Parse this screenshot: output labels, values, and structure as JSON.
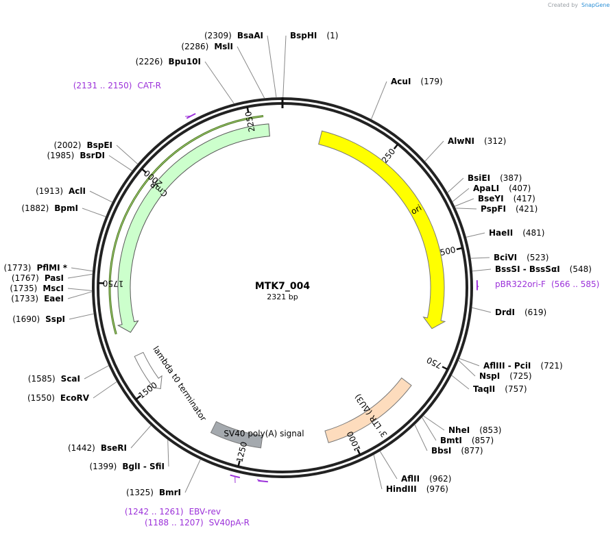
{
  "app": {
    "credit_prefix": "Created by",
    "credit_brand": "SnapGene"
  },
  "plasmid": {
    "name": "MTK7_004",
    "length_label": "2321 bp",
    "length": 2321
  },
  "ticks": [
    {
      "pos": 250,
      "label": "250"
    },
    {
      "pos": 500,
      "label": "500"
    },
    {
      "pos": 750,
      "label": "750"
    },
    {
      "pos": 1000,
      "label": "1000"
    },
    {
      "pos": 1250,
      "label": "1250"
    },
    {
      "pos": 1500,
      "label": "1500"
    },
    {
      "pos": 1750,
      "label": "1750"
    },
    {
      "pos": 2000,
      "label": "2000"
    },
    {
      "pos": 2250,
      "label": "2250"
    }
  ],
  "enzymes": [
    {
      "name": "BspHI",
      "pos": "(1)",
      "bp": 1
    },
    {
      "name": "AcuI",
      "pos": "(179)",
      "bp": 179
    },
    {
      "name": "AlwNI",
      "pos": "(312)",
      "bp": 312
    },
    {
      "name": "BsiEI",
      "pos": "(387)",
      "bp": 387
    },
    {
      "name": "ApaLI",
      "pos": "(407)",
      "bp": 407
    },
    {
      "name": "BseYI",
      "pos": "(417)",
      "bp": 417
    },
    {
      "name": "PspFI",
      "pos": "(421)",
      "bp": 421
    },
    {
      "name": "HaeII",
      "pos": "(481)",
      "bp": 481
    },
    {
      "name": "BciVI",
      "pos": "(523)",
      "bp": 523
    },
    {
      "name": "BssSI  -  BssSαI",
      "pos": "(548)",
      "bp": 548
    },
    {
      "name": "DrdI",
      "pos": "(619)",
      "bp": 619
    },
    {
      "name": "AflIII  -  PciI",
      "pos": "(721)",
      "bp": 721
    },
    {
      "name": "NspI",
      "pos": "(725)",
      "bp": 725
    },
    {
      "name": "TaqII",
      "pos": "(757)",
      "bp": 757
    },
    {
      "name": "NheI",
      "pos": "(853)",
      "bp": 853
    },
    {
      "name": "BmtI",
      "pos": "(857)",
      "bp": 857
    },
    {
      "name": "BbsI",
      "pos": "(877)",
      "bp": 877
    },
    {
      "name": "AflII",
      "pos": "(962)",
      "bp": 962
    },
    {
      "name": "HindIII",
      "pos": "(976)",
      "bp": 976
    },
    {
      "name": "BmrI",
      "pos": "(1325)",
      "bp": 1325
    },
    {
      "name": "BglI  -  SfiI",
      "pos": "(1399)",
      "bp": 1399
    },
    {
      "name": "BseRI",
      "pos": "(1442)",
      "bp": 1442
    },
    {
      "name": "EcoRV",
      "pos": "(1550)",
      "bp": 1550
    },
    {
      "name": "ScaI",
      "pos": "(1585)",
      "bp": 1585
    },
    {
      "name": "SspI",
      "pos": "(1690)",
      "bp": 1690
    },
    {
      "name": "EaeI",
      "pos": "(1733)",
      "bp": 1733
    },
    {
      "name": "MscI",
      "pos": "(1735)",
      "bp": 1735
    },
    {
      "name": "PasI",
      "pos": "(1767)",
      "bp": 1767
    },
    {
      "name": "PflMI *",
      "pos": "(1773)",
      "bp": 1773
    },
    {
      "name": "BpmI",
      "pos": "(1882)",
      "bp": 1882
    },
    {
      "name": "AclI",
      "pos": "(1913)",
      "bp": 1913
    },
    {
      "name": "BsrDI",
      "pos": "(1985)",
      "bp": 1985
    },
    {
      "name": "BspEI",
      "pos": "(2002)",
      "bp": 2002
    },
    {
      "name": "Bpu10I",
      "pos": "(2226)",
      "bp": 2226
    },
    {
      "name": "MslI",
      "pos": "(2286)",
      "bp": 2286
    },
    {
      "name": "BsaAI",
      "pos": "(2309)",
      "bp": 2309
    }
  ],
  "primers": [
    {
      "name": "CAT-R",
      "range": "(2131 .. 2150)",
      "start": 2131,
      "end": 2150
    },
    {
      "name": "pBR322ori-F",
      "range": "(566 .. 585)",
      "start": 566,
      "end": 585
    },
    {
      "name": "EBV-rev",
      "range": "(1242 .. 1261)",
      "start": 1242,
      "end": 1261
    },
    {
      "name": "SV40pA-R",
      "range": "(1188 .. 1207)",
      "start": 1188,
      "end": 1207
    }
  ],
  "features": [
    {
      "name": "ori",
      "start": 91,
      "end": 679,
      "direction": "forward",
      "color": "#ffff00"
    },
    {
      "name": "3' LTR (ΔU3)",
      "start": 820,
      "end": 1054,
      "direction": "none",
      "color": "#fddcbd"
    },
    {
      "name": "SV40 poly(A) signal",
      "start": 1210,
      "end": 1330,
      "direction": "none",
      "color": "#a4a9ae"
    },
    {
      "name": "lambda t0 terminator",
      "start": 1485,
      "end": 1580,
      "direction": "reverse",
      "color": "#ffffff"
    },
    {
      "name": "CmR",
      "start": 1635,
      "end": 2290,
      "direction": "reverse",
      "color": "#ccffcc"
    }
  ]
}
